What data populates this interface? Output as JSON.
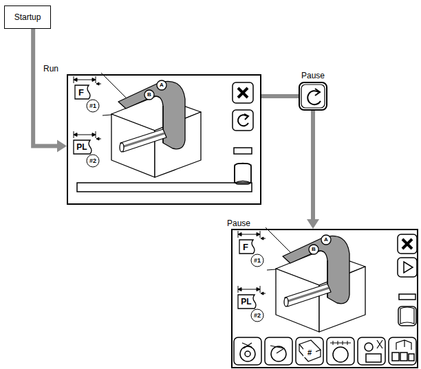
{
  "diagram": {
    "nodes": [
      {
        "text": [
          "Startup"
        ]
      },
      {
        "text": [
          "Run"
        ]
      },
      {
        "text": [
          "Pause"
        ]
      },
      {
        "text": [
          "Pause"
        ]
      }
    ],
    "edges": [
      {
        "from": 0,
        "to": 1,
        "arrow": "to"
      },
      {
        "from": 1,
        "to": 2,
        "arrow": "none"
      },
      {
        "from": 2,
        "to": 3,
        "arrow": "to"
      }
    ],
    "labels": [
      "F",
      "#1",
      "PL",
      "#2",
      "A",
      "B",
      "F",
      "#1",
      "PL",
      "#2",
      "A",
      "B",
      "#"
    ]
  }
}
